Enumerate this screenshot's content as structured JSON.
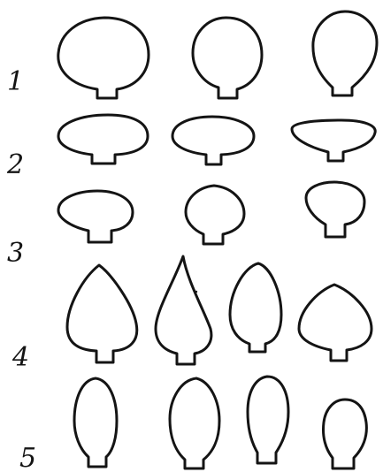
{
  "rows": [
    {
      "label": "1"
    },
    {
      "label": "2"
    },
    {
      "label": "3"
    },
    {
      "label": "4"
    },
    {
      "label": "5"
    }
  ]
}
